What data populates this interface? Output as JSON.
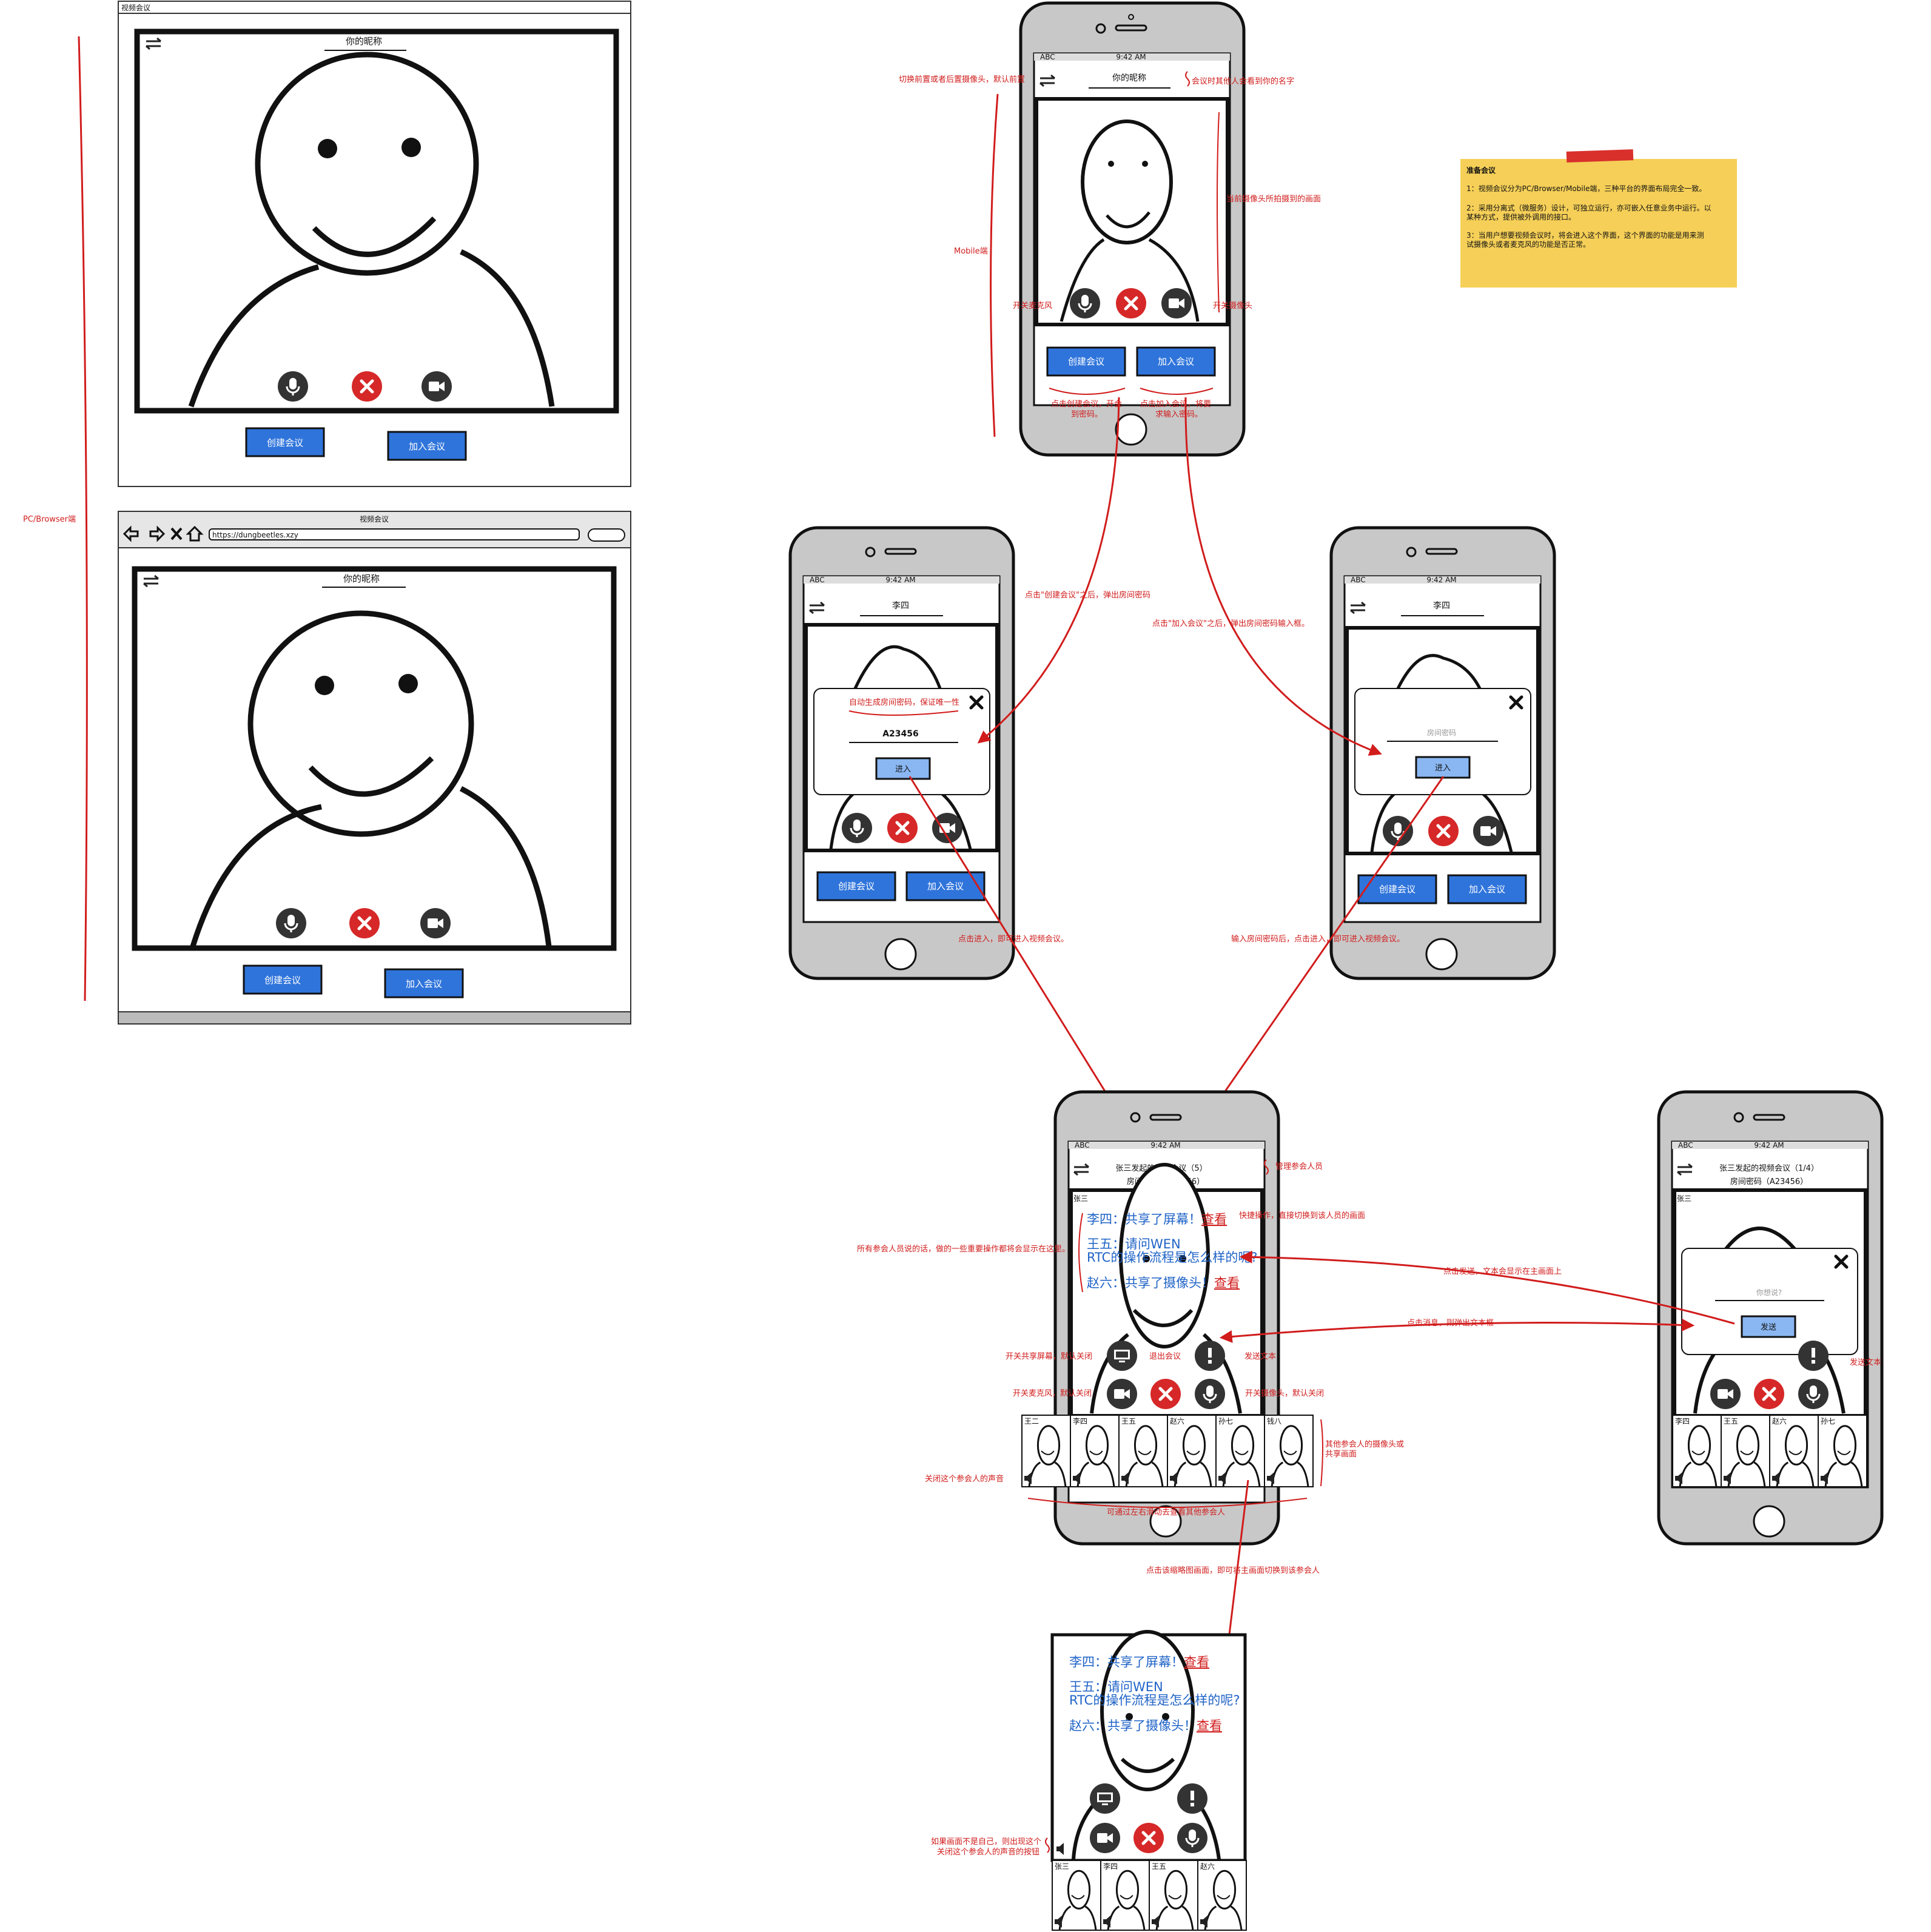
{
  "colors": {
    "button_blue": "#2f74db",
    "button_light": "#8ab7f2",
    "annotation_red": "#d11c1c",
    "hangup_red": "#d62828",
    "sticky_yellow": "#f5cf57",
    "phone_gray": "#c8c8c8",
    "chat_blue": "#1f63c7"
  },
  "icons": [
    "swap-camera-icon",
    "mic-icon",
    "hangup-icon",
    "camera-icon",
    "screen-share-icon",
    "alert-icon",
    "close-icon",
    "speaker-icon",
    "back-icon",
    "forward-icon",
    "home-icon",
    "search-icon"
  ],
  "pc": {
    "window_title": "视频会议",
    "nickname": "你的昵称",
    "create_button": "创建会议",
    "join_button": "加入会议",
    "browser_title": "视频会议",
    "url": "https://dungbeetles.xzy",
    "section_label": "PC/Browser端"
  },
  "mobile": {
    "status_carrier": "ABC",
    "status_time": "9:42 AM",
    "nickname": "你的昵称",
    "create_button": "创建会议",
    "join_button": "加入会议",
    "section_label": "Mobile端",
    "notes": {
      "switch_camera": "切换前置或者后置摄像头，默认前置",
      "nickname_note": "会议时其他人会看到你的名字",
      "preview": "当前摄像头所拍摄到的画面",
      "mic_toggle": "开关麦克风",
      "camera_toggle": "开关摄像头",
      "create_note_1": "点击创建会议，开会",
      "create_note_2": "到密码。",
      "join_note_1": "点击加入会议，将要",
      "join_note_2": "求输入密码。"
    }
  },
  "create_dialog": {
    "user": "李四",
    "auto_note": "自动生成房间密码，保证唯一性",
    "password": "A23456",
    "enter_button": "进入",
    "arrow_note": "点击\"创建会议\"之后，弹出房间密码",
    "enter_note": "点击进入，即可进入视频会议。"
  },
  "join_dialog": {
    "user": "李四",
    "placeholder": "房间密码",
    "enter_button": "进入",
    "arrow_note": "点击\"加入会议\"之后，弹出房间密码输入框。",
    "enter_note": "输入房间密码后，点击进入，即可进入视频会议。"
  },
  "meeting": {
    "title": "张三发起的视频会议（5）",
    "room": "房间密码（A23456）",
    "speaker": "张三",
    "chat": [
      {
        "name": "李四：",
        "text": "共享了屏幕！",
        "link": "查看"
      },
      {
        "name": "王五：",
        "text": "请问WEN",
        "line2": "RTC的操作流程是怎么样的呢?",
        "link": ""
      },
      {
        "name": "赵六：",
        "text": "共享了摄像头！",
        "link": "查看"
      }
    ],
    "participants": [
      "王二",
      "李四",
      "王五",
      "赵六",
      "孙七",
      "钱八"
    ],
    "notes": {
      "manage": "管理参会人员",
      "quick_switch": "快捷操作，直接切换到该人员的画面",
      "chat_note": "所有参会人员说的话，做的一些重要操作都将会显示在这里。",
      "screen_share": "开关共享屏幕，默认关闭",
      "exit": "退出会议",
      "send_text": "发送文本",
      "mic": "开关麦克风，默认关闭",
      "camera": "开关摄像头，默认关闭",
      "others": "其他参会人的摄像头或",
      "others2": "共享画面",
      "mute_one": "关闭这个参会人的声音",
      "scroll": "可通过左右滑动去查看其他参会人",
      "thumb_click": "点击该缩略图画面，即可将主画面切换到该参会人"
    }
  },
  "message_screen": {
    "title": "张三发起的视频会议（1/4）",
    "room": "房间密码（A23456）",
    "speaker": "张三",
    "placeholder": "你想说?",
    "send_button": "发送",
    "participants": [
      "李四",
      "王五",
      "赵六",
      "孙七"
    ],
    "note_send": "点击发送，文本会显示在主画面上",
    "note_popup": "点击消息，则弹出文本框",
    "note_send_text": "发送文本"
  },
  "bottom_screen": {
    "participants": [
      "张三",
      "李四",
      "王五",
      "赵六"
    ],
    "note_1": "如果画面不是自己，则出现这个",
    "note_2": "关闭这个参会人的声音的按钮"
  },
  "sticky": {
    "title": "准备会议",
    "lines": [
      "1：视频会议分为PC/Browser/Mobile端，三种平台的界面布局完全一致。",
      "2：采用分离式（微服务）设计，可独立运行，亦可嵌入任意业务中运行。以",
      "某种方式，提供被外调用的接口。",
      "3：当用户想要视频会议时，将会进入这个界面，这个界面的功能是用来测",
      "试摄像头或者麦克风的功能是否正常。"
    ]
  }
}
